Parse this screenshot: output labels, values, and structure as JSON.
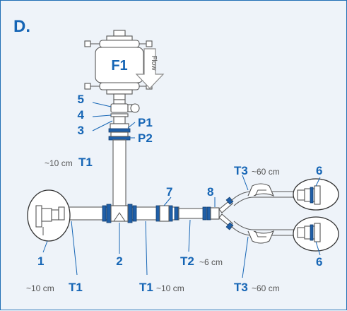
{
  "panel_letter": "D.",
  "labels": {
    "f1": "F1",
    "flow": "Flow",
    "p5": "5",
    "p4": "4",
    "p3": "3",
    "p1": "P1",
    "p2": "P2",
    "t1_vertical": "T1",
    "t1_vertical_len": "~10 cm",
    "p1_left": "1",
    "t1_left": "T1",
    "t1_left_len": "~10 cm",
    "p2_tee": "2",
    "t1_middle": "T1",
    "t1_middle_len": "~10 cm",
    "p7": "7",
    "t2": "T2",
    "t2_len": "~6 cm",
    "p8": "8",
    "t3_top": "T3",
    "t3_top_len": "~60 cm",
    "p6_top": "6",
    "t3_bottom": "T3",
    "t3_bottom_len": "~60 cm",
    "p6_bottom": "6"
  },
  "colors": {
    "accent": "#1565b5",
    "border": "#1f6fb5",
    "background": "#eef3f9",
    "clamp": "#1f5fa8",
    "line": "#555555"
  }
}
